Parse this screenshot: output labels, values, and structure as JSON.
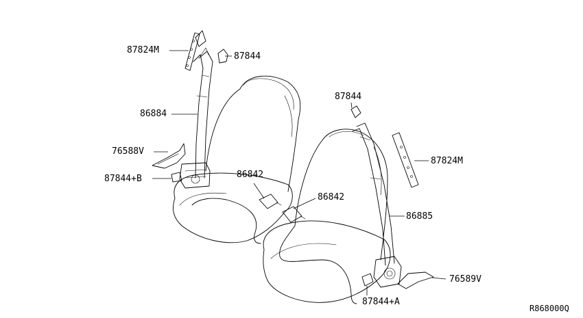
{
  "parts": {
    "p_87824m_left": "87824M",
    "p_87844_top_left": "87844",
    "p_86884": "86884",
    "p_76588v": "76588V",
    "p_87844b": "87844+B",
    "p_86842_left": "86842",
    "p_87844_top_right": "87844",
    "p_86842_right": "86842",
    "p_87824m_right": "87824M",
    "p_86885": "86885",
    "p_76589v": "76589V",
    "p_87844a": "87844+A"
  },
  "reference_code": "R868000Q"
}
